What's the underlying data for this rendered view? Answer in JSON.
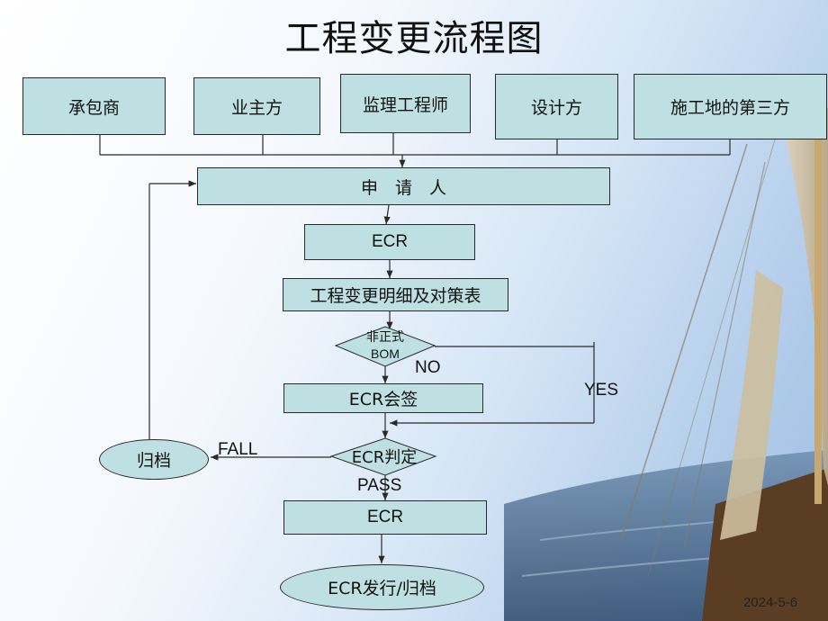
{
  "title": "工程变更流程图",
  "stakeholders": {
    "contractor": "承包商",
    "owner": "业主方",
    "supervisor": "监理工程师",
    "designer": "设计方",
    "third_party": "施工地的第三方"
  },
  "nodes": {
    "applicant": "申　请　人",
    "ecr_1": "ECR",
    "change_detail": "工程变更明细及对策表",
    "decision_bom_line1": "非正式",
    "decision_bom_line2": "BOM",
    "ecr_signoff": "ECR会签",
    "decision_ecr": "ECR判定",
    "ecr_2": "ECR",
    "archive": "归档",
    "release": "ECR发行/归档"
  },
  "edge_labels": {
    "no": "NO",
    "yes": "YES",
    "fall": "FALL",
    "pass": "PASS"
  },
  "date": "2024-5-6",
  "colors": {
    "node_fill": "#bfe0e2",
    "stroke": "#2a2a2a"
  }
}
